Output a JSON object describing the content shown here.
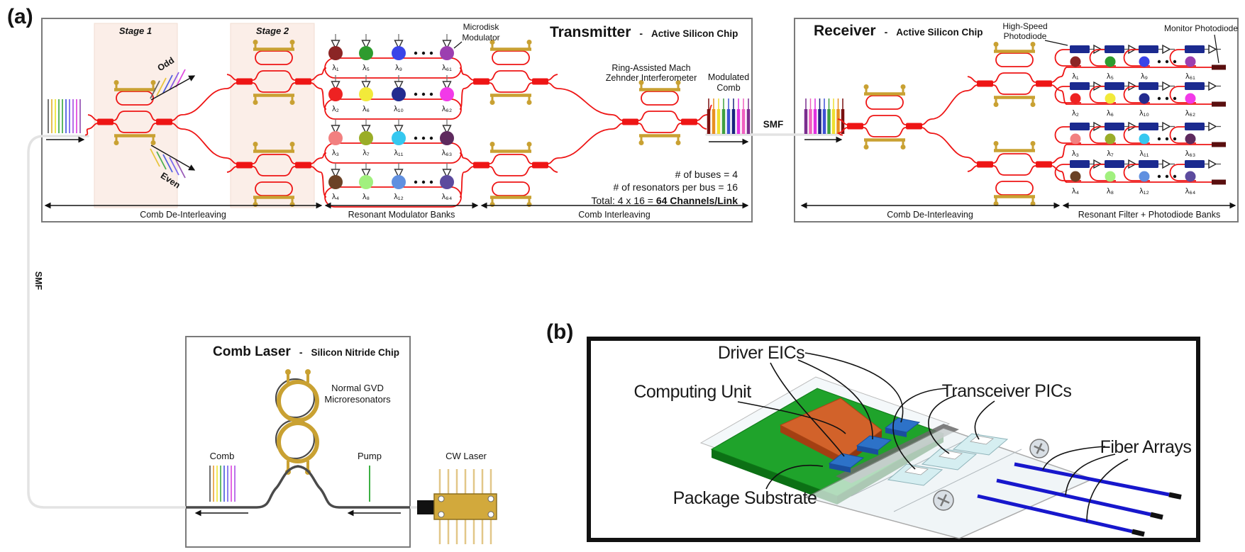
{
  "panel_a": {
    "label": "(a)"
  },
  "panel_b": {
    "label": "(b)",
    "driver_eics": "Driver EICs",
    "computing_unit": "Computing Unit",
    "transceiver_pics": "Transceiver PICs",
    "package_substrate": "Package Substrate",
    "fiber_arrays": "Fiber Arrays"
  },
  "transmitter": {
    "title": "Transmitter",
    "sep": "-",
    "subtitle": "Active Silicon Chip",
    "stage1": "Stage 1",
    "stage2": "Stage 2",
    "odd": "Odd",
    "even": "Even",
    "microdisk_line1": "Microdisk",
    "microdisk_line2": "Modulator",
    "ramzi_line1": "Ring-Assisted Mach",
    "ramzi_line2": "Zehnder Interferometer",
    "modulated_line1": "Modulated",
    "modulated_line2": "Comb",
    "stats_line1": "# of buses = 4",
    "stats_line2": "# of resonators per bus = 16",
    "stats_line3_prefix": "Total: 4  x 16 = ",
    "stats_line3_bold": "64 Channels/Link",
    "section1": "Comb De-Interleaving",
    "section2": "Resonant Modulator Banks",
    "section3": "Comb Interleaving",
    "lambdas": {
      "r1": [
        "λ₁",
        "λ₅",
        "λ₉",
        "λ₆₁"
      ],
      "r2": [
        "λ₂",
        "λ₆",
        "λ₁₀",
        "λ₆₂"
      ],
      "r3": [
        "λ₃",
        "λ₇",
        "λ₁₁",
        "λ₆₃"
      ],
      "r4": [
        "λ₄",
        "λ₈",
        "λ₁₂",
        "λ₆₄"
      ]
    }
  },
  "receiver": {
    "title": "Receiver",
    "sep": "-",
    "subtitle": "Active Silicon Chip",
    "hs_pd_line1": "High-Speed",
    "hs_pd_line2": "Photodiode",
    "monitor_pd": "Monitor Photodiode",
    "section1": "Comb De-Interleaving",
    "section2": "Resonant Filter + Photodiode Banks",
    "lambdas": {
      "r1": [
        "λ₁",
        "λ₅",
        "λ₉",
        "λ₆₁"
      ],
      "r2": [
        "λ₂",
        "λ₆",
        "λ₁₀",
        "λ₆₂"
      ],
      "r3": [
        "λ₃",
        "λ₇",
        "λ₁₁",
        "λ₆₃"
      ],
      "r4": [
        "λ₄",
        "λ₈",
        "λ₁₂",
        "λ₆₄"
      ]
    }
  },
  "smf_top": "SMF",
  "smf_left": "SMF",
  "comb_laser": {
    "title": "Comb Laser",
    "sep": "-",
    "subtitle": "Silicon Nitride Chip",
    "gvd_line1": "Normal GVD",
    "gvd_line2": "Microresonators",
    "comb": "Comb",
    "pump": "Pump",
    "cw_laser": "CW Laser"
  },
  "colors": {
    "waveguide": "#EE1515",
    "heater_gold": "#C9A132",
    "navy_pd": "#1B2A8F",
    "monitor_pd": "#5A0F0F",
    "pump_green": "#3CB043",
    "fiber_gray": "#E3E3E3",
    "disks": {
      "r1": [
        "#8B2525",
        "#2E9B2E",
        "#3A44E8",
        "#9C3FB0"
      ],
      "r2": [
        "#EE2222",
        "#F2EA3A",
        "#232B8F",
        "#F23AE8"
      ],
      "r3": [
        "#F28080",
        "#9AAD28",
        "#35C8F0",
        "#5E2A5E"
      ],
      "r4": [
        "#6B4226",
        "#A1F07E",
        "#6090E0",
        "#5C4B9E"
      ]
    },
    "tx_input_comb": [
      "#666666",
      "#E5B93C",
      "#EFE73B",
      "#4CAF50",
      "#4CAF50",
      "#5161E0",
      "#7B68EE",
      "#B05CE6",
      "#E04CE0",
      "#9A5CB8"
    ],
    "modulated_comb": [
      "#7A1010",
      "#E89020",
      "#EFE030",
      "#3FA040",
      "#3F51D5",
      "#1A237E",
      "#E030E0",
      "#F060C0",
      "#7B2D8E"
    ],
    "rx_input_comb": [
      "#7B2D8E",
      "#F060C0",
      "#E030E0",
      "#1A237E",
      "#3F51D5",
      "#3FA040",
      "#EFE030",
      "#E89020",
      "#7A1010"
    ],
    "laser_comb": [
      "#555555",
      "#E8A33D",
      "#EFE73B",
      "#4CAF50",
      "#5161E0",
      "#7B68EE",
      "#E04CE0",
      "#B05CE6"
    ],
    "mini_odd": [
      "#666666",
      "#E8C43C",
      "#5161E0",
      "#8A5CE6",
      "#E04CE0"
    ],
    "mini_even": [
      "#E8C43C",
      "#4CAF50",
      "#5161E0",
      "#7B68EE",
      "#9A5CB8"
    ],
    "board_green": "#1FA32B",
    "chip_orange": "#D2622A",
    "eic_blue": "#2D72C8",
    "pic_cyan": "#D5EEF1",
    "fiber_blue": "#1717CC"
  }
}
